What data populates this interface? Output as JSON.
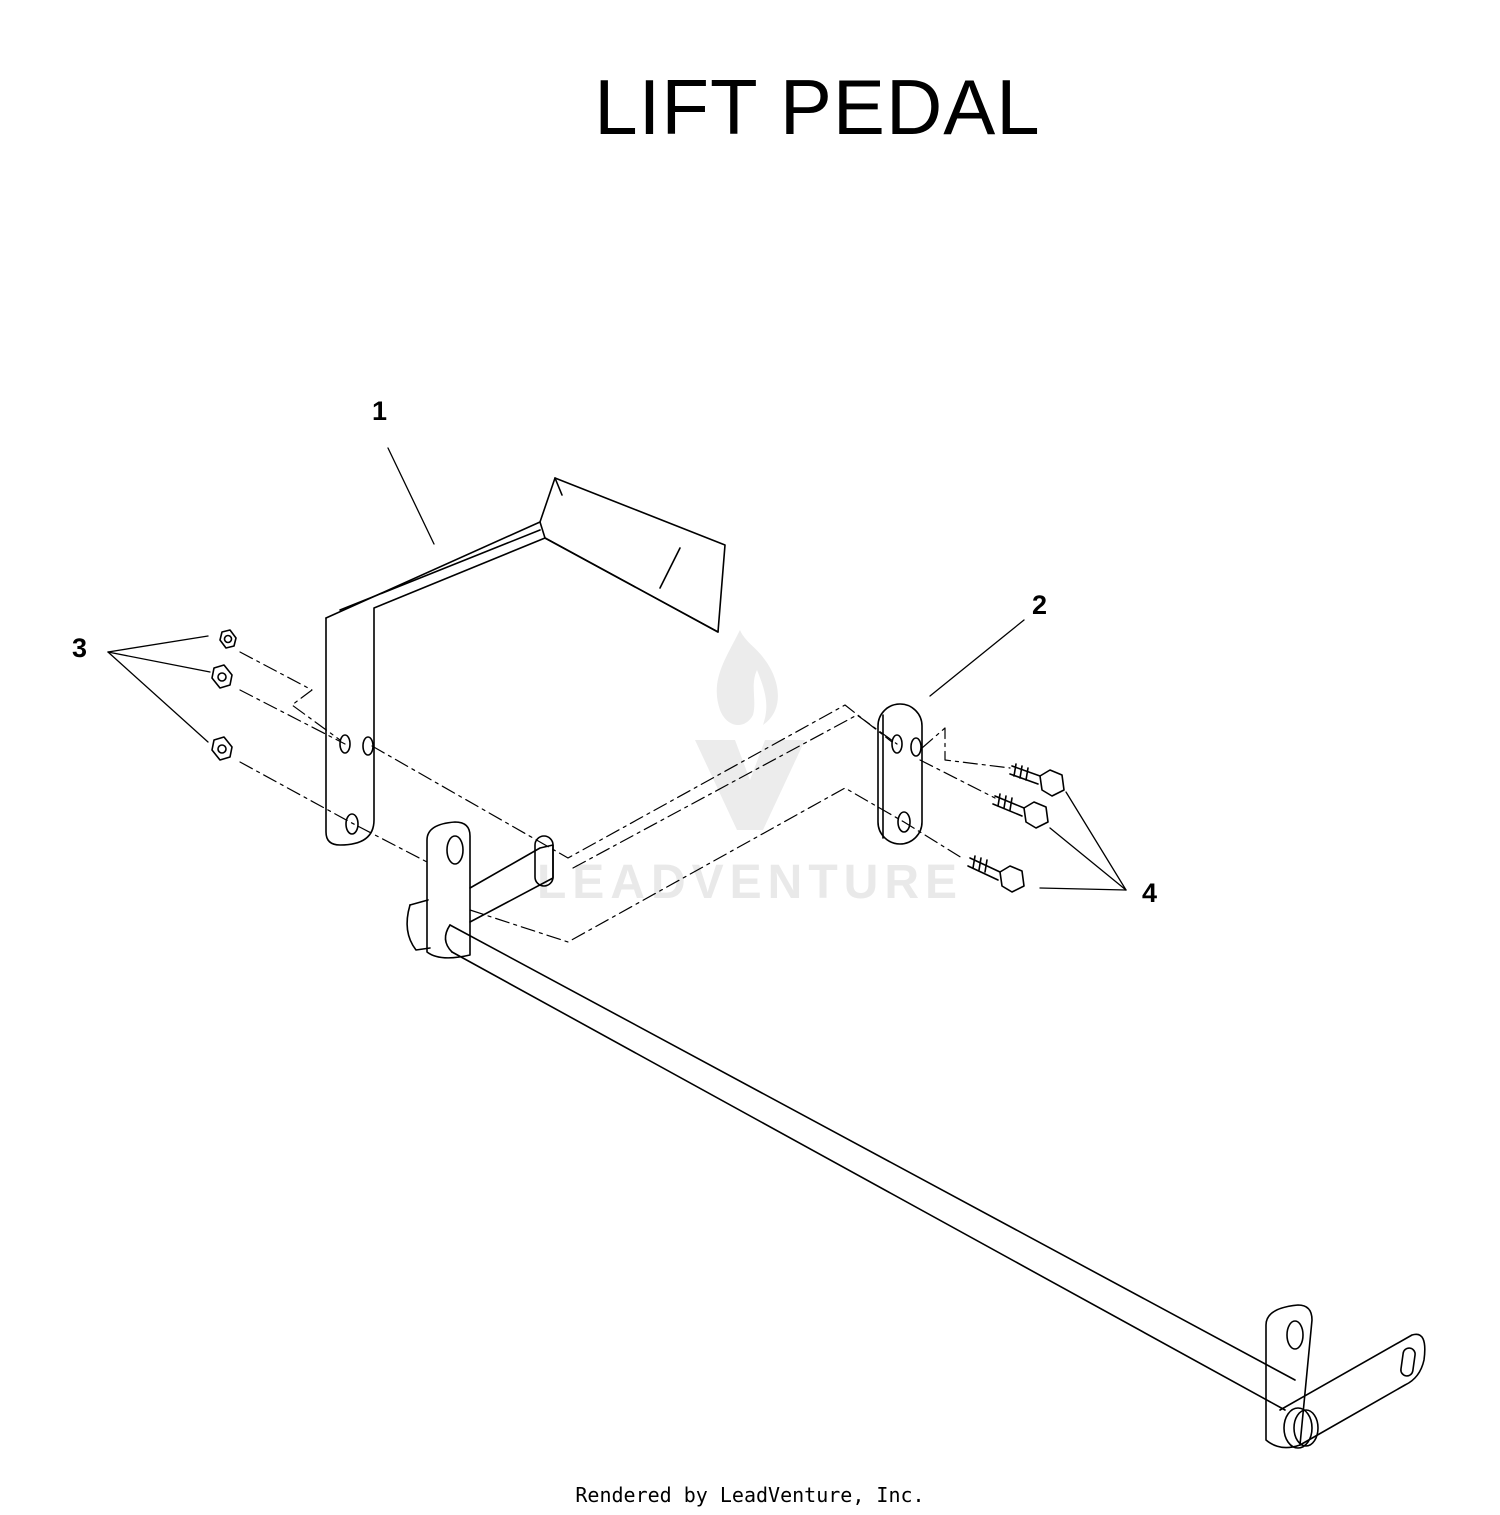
{
  "title": "LIFT PEDAL",
  "callouts": [
    "1",
    "2",
    "3",
    "4"
  ],
  "footer": "Rendered by LeadVenture, Inc.",
  "watermark": "LEADVENTURE"
}
